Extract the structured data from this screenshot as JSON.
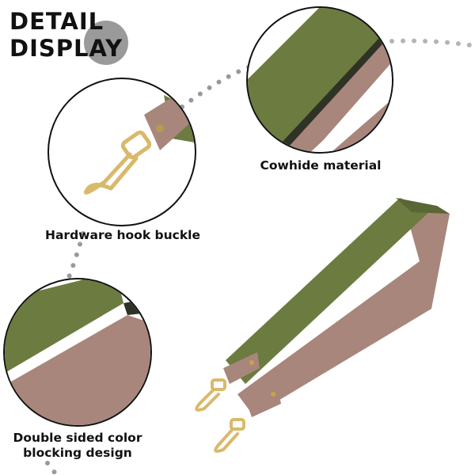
{
  "title": {
    "line1": "DETAIL",
    "line2": "DISPLAY"
  },
  "captions": {
    "cowhide": "Cowhide material",
    "hardware": "Hardware hook buckle",
    "double_line1": "Double sided color",
    "double_line2": "blocking design"
  },
  "colors": {
    "olive": "#6c7b3f",
    "taupe": "#a8867c",
    "gold": "#d9b96a",
    "dots": "#9a9a9a"
  }
}
